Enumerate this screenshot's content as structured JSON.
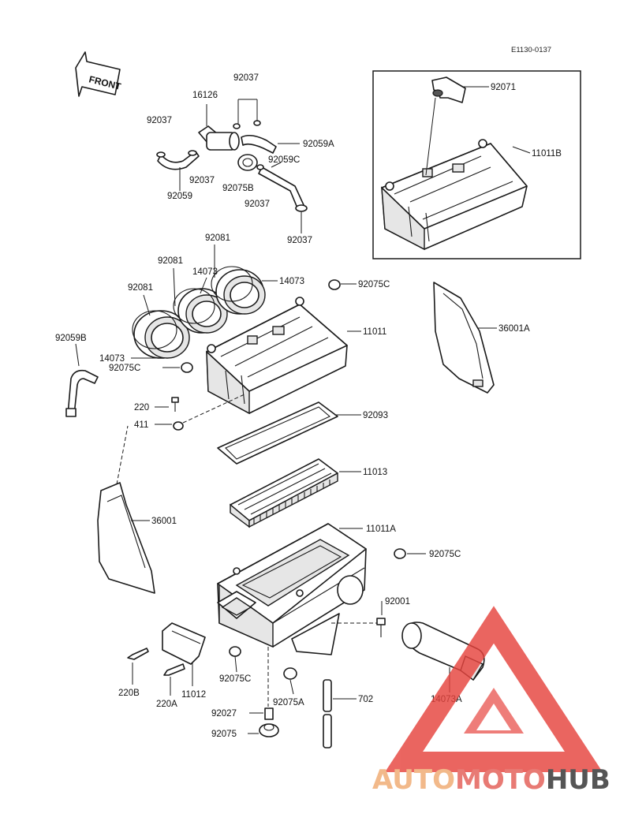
{
  "diagram": {
    "code": "E1130-0137",
    "front_label": "FRONT",
    "labels": {
      "p92037_top": "92037",
      "p16126": "16126",
      "p92037_left": "92037",
      "p92059a": "92059A",
      "p92037_mid": "92037",
      "p92059c": "92059C",
      "p92059": "92059",
      "p92075b": "92075B",
      "p92037_low": "92037",
      "p92037_bottom": "92037",
      "p92071": "92071",
      "p11011b": "11011B",
      "p92081_a": "92081",
      "p92081_b": "92081",
      "p14073_a": "14073",
      "p14073_b": "14073",
      "p92081_c": "92081",
      "p92075c_a": "92075C",
      "p11011": "11011",
      "p36001a": "36001A",
      "p92059b": "92059B",
      "p14073_c": "14073",
      "p92075c_b": "92075C",
      "p220": "220",
      "p411": "411",
      "p92093": "92093",
      "p11013": "11013",
      "p36001": "36001",
      "p11011a": "11011A",
      "p92075c_c": "92075C",
      "p92001": "92001",
      "p220b": "220B",
      "p220a": "220A",
      "p11012": "11012",
      "p92075c_d": "92075C",
      "p92075a": "92075A",
      "p702": "702",
      "p14073a": "14073A",
      "p92027": "92027",
      "p92075": "92075"
    }
  },
  "watermark": {
    "part1": "AUTO",
    "part2": "MOTO",
    "part3": "HUB",
    "color_auto": "#f2b98a",
    "color_moto": "#e87a74",
    "color_hub": "#555555",
    "color_triangle": "#e6443e"
  }
}
